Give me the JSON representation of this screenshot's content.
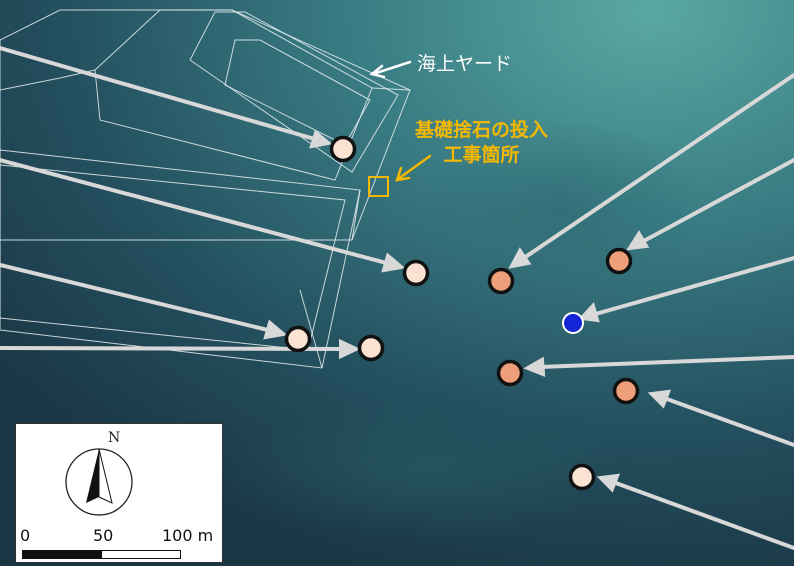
{
  "labels": {
    "yard": "海上ヤード",
    "work_line1": "基礎捨石の投入",
    "work_line2": "工事箇所"
  },
  "scale": {
    "north": "N",
    "tick0": "0",
    "tick50": "50",
    "tick100": "100 m"
  },
  "colors": {
    "water_dark": "#1c3a48",
    "water_light": "#4f9c9c",
    "marker_pale": "#fbe2d2",
    "marker_salmon": "#ee9e78",
    "marker_blue": "#1226d6",
    "work_label": "#f5b800",
    "arrow": "#d8d8d8"
  },
  "markers": [
    {
      "name": "marker-1",
      "style": "pale"
    },
    {
      "name": "marker-2",
      "style": "pale"
    },
    {
      "name": "marker-3",
      "style": "pale"
    },
    {
      "name": "marker-4",
      "style": "pale"
    },
    {
      "name": "marker-5",
      "style": "salmon"
    },
    {
      "name": "marker-6",
      "style": "salmon"
    },
    {
      "name": "marker-7",
      "style": "blue"
    },
    {
      "name": "marker-8",
      "style": "salmon"
    },
    {
      "name": "marker-9",
      "style": "salmon"
    },
    {
      "name": "marker-10",
      "style": "pale"
    },
    {
      "name": "marker-11",
      "style": "pale"
    }
  ]
}
